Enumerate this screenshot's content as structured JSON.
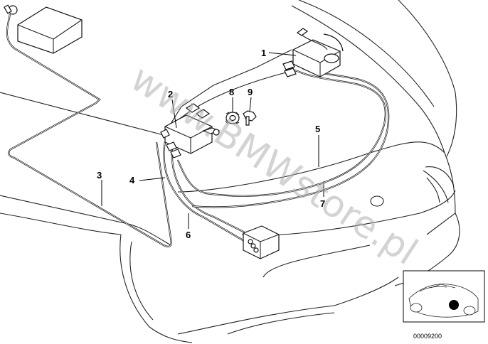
{
  "diagram": {
    "callouts": [
      "1",
      "2",
      "3",
      "4",
      "5",
      "6",
      "7",
      "8",
      "9"
    ],
    "watermark": "www.BMWstore.pl",
    "reference_number": "00009200"
  }
}
